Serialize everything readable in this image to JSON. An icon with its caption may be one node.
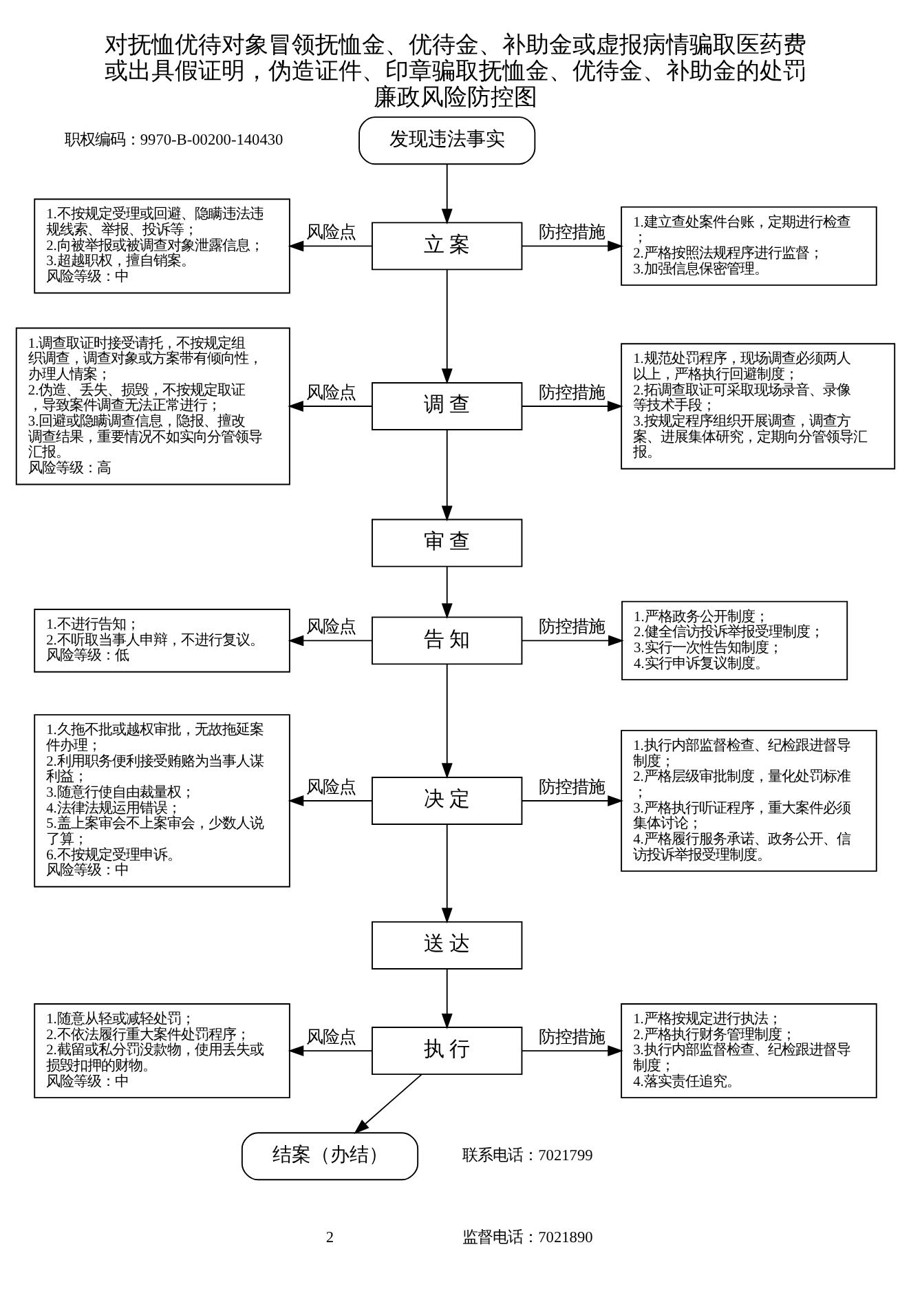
{
  "diagram": {
    "title": "对抚恤优待对象冒领抚恤金、优待金、补助金或虚报病情骗取医药费或出具假证明，伪造证件、印章骗取抚恤金、优待金、补助金的处罚廉政风险防控图",
    "nodes": [
      {
        "text": [
          "发现违法事实"
        ]
      },
      {
        "text": [
          "1.不按规定受理或回避、隐瞒违法违规线索、举报、投诉等；",
          "2.向被举报或被调查对象泄露信息；",
          "3.超越职权，擅自销案。",
          "风险等级：中"
        ]
      },
      {
        "text": [
          "立 案"
        ]
      },
      {
        "text": [
          "1.建立查处案件台账，定期进行检查；",
          "2.严格按照法规程序进行监督；",
          "3.加强信息保密管理。"
        ]
      },
      {
        "text": [
          "1.调查取证时接受请托，不按规定组织调查，调查对象或方案带有倾向性，办理人情案；",
          "2.伪造、丢失、损毁，不按规定取证，导致案件调查无法正常进行；",
          "3.回避或隐瞒调查信息，隐报、擅改调查结果，重要情况不如实向分管领导汇报。",
          "风险等级：高"
        ]
      },
      {
        "text": [
          "调 查"
        ]
      },
      {
        "text": [
          "1.规范处罚程序，现场调查必须两人以上，严格执行回避制度；",
          "2.拓调查取证可采取现场录音、录像等技术手段；",
          "3.按规定程序组织开展调查，调查方案、进展集体研究，定期向分管领导汇报。"
        ]
      },
      {
        "text": [
          "审 查"
        ]
      },
      {
        "text": [
          "1.不进行告知；",
          "2.不听取当事人申辩，不进行复议。",
          "风险等级：低"
        ]
      },
      {
        "text": [
          "告 知"
        ]
      },
      {
        "text": [
          "1.严格政务公开制度；",
          "2.健全信访投诉举报受理制度；",
          "3.实行一次性告知制度；",
          "4.实行申诉复议制度。"
        ]
      },
      {
        "text": [
          "1.久拖不批或越权审批，无故拖延案件办理；",
          "2.利用职务便利接受贿赂为当事人谋利益；",
          "3.随意行使自由裁量权；",
          "4.法律法规运用错误；",
          "5.盖上案审会不上案审会，少数人说了算；",
          "6.不按规定受理申诉。",
          "风险等级：中"
        ]
      },
      {
        "text": [
          "决 定"
        ]
      },
      {
        "text": [
          "1.执行内部监督检查、纪检跟进督导制度；",
          "2.严格层级审批制度，量化处罚标准；",
          "3.严格执行听证程序，重大案件必须集体讨论；",
          "4.严格履行服务承诺、政务公开、信访投诉举报受理制度。"
        ]
      },
      {
        "text": [
          "送 达"
        ]
      },
      {
        "text": [
          "1.随意从轻或减轻处罚；",
          "2.不依法履行重大案件处罚程序；",
          "2.截留或私分罚没款物，使用丢失或损毁扣押的财物。",
          "风险等级：中"
        ]
      },
      {
        "text": [
          "执 行"
        ]
      },
      {
        "text": [
          "1.严格按规定进行执法；",
          "2.严格执行财务管理制度；",
          "3.执行内部监督检查、纪检跟进督导制度；",
          "4.落实责任追究。"
        ]
      },
      {
        "text": [
          "结案（办结）"
        ]
      }
    ],
    "edges": [
      {
        "from": 0,
        "to": 2,
        "arrow": "to"
      },
      {
        "from": 2,
        "to": 1,
        "arrow": "to",
        "label": "风险点"
      },
      {
        "from": 2,
        "to": 3,
        "arrow": "to",
        "label": "防控措施"
      },
      {
        "from": 2,
        "to": 5,
        "arrow": "to"
      },
      {
        "from": 5,
        "to": 4,
        "arrow": "to",
        "label": "风险点"
      },
      {
        "from": 5,
        "to": 6,
        "arrow": "to",
        "label": "防控措施"
      },
      {
        "from": 5,
        "to": 7,
        "arrow": "to"
      },
      {
        "from": 7,
        "to": 9,
        "arrow": "to"
      },
      {
        "from": 9,
        "to": 8,
        "arrow": "to",
        "label": "风险点"
      },
      {
        "from": 9,
        "to": 10,
        "arrow": "to",
        "label": "防控措施"
      },
      {
        "from": 9,
        "to": 12,
        "arrow": "to"
      },
      {
        "from": 12,
        "to": 11,
        "arrow": "to",
        "label": "风险点"
      },
      {
        "from": 12,
        "to": 13,
        "arrow": "to",
        "label": "防控措施"
      },
      {
        "from": 12,
        "to": 14,
        "arrow": "to"
      },
      {
        "from": 14,
        "to": 16,
        "arrow": "to"
      },
      {
        "from": 16,
        "to": 15,
        "arrow": "to",
        "label": "风险点"
      },
      {
        "from": 16,
        "to": 17,
        "arrow": "to",
        "label": "防控措施"
      },
      {
        "from": 16,
        "to": 18,
        "arrow": "to"
      }
    ],
    "labels": [
      "职权编码：9970-B-00200-140430",
      "联系电话：7021799",
      "监督电话：7021890",
      "2"
    ]
  }
}
